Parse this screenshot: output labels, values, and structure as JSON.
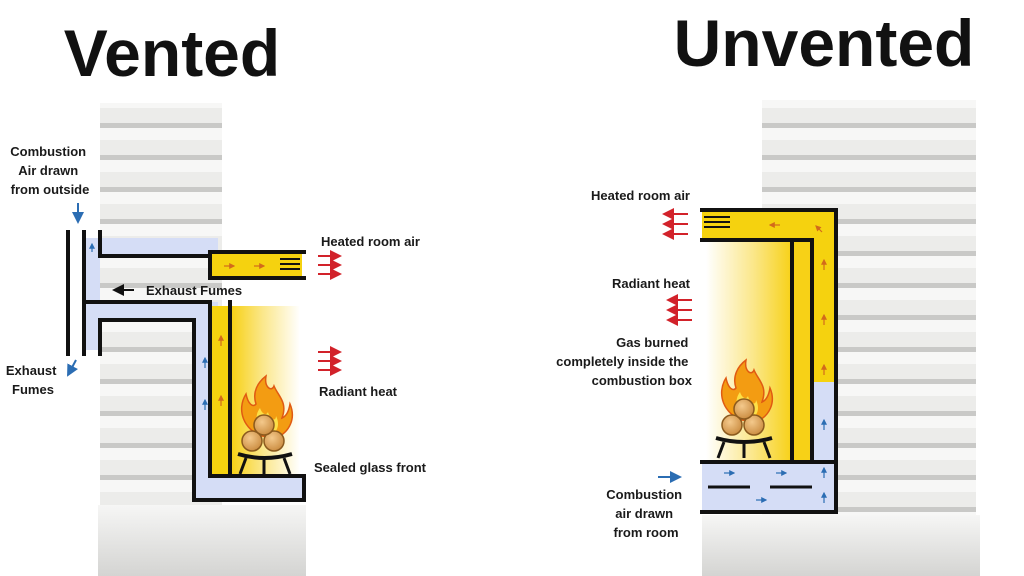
{
  "titles": {
    "vented": "Vented",
    "unvented": "Unvented"
  },
  "vented": {
    "combustion_air": [
      "Combustion",
      "Air drawn",
      "from outside"
    ],
    "exhaust_fumes_pipe": "Exhaust Fumes",
    "exhaust_fumes_out": [
      "Exhaust",
      "Fumes"
    ],
    "heated_room_air": "Heated room air",
    "radiant_heat": "Radiant heat",
    "sealed_glass_front": "Sealed glass front"
  },
  "unvented": {
    "heated_room_air": "Heated room air",
    "radiant_heat": "Radiant heat",
    "gas_burned": [
      "Gas burned",
      "completely inside the",
      "combustion box"
    ],
    "combustion_air": [
      "Combustion",
      "air drawn",
      "from room"
    ]
  },
  "colors": {
    "hot_air": "#f5d20f",
    "cool_air": "#d5ddf6",
    "arrow_heat": "#d2222a",
    "arrow_air": "#2b6db3",
    "outline": "#111111",
    "siding": "#e9e9e7"
  }
}
